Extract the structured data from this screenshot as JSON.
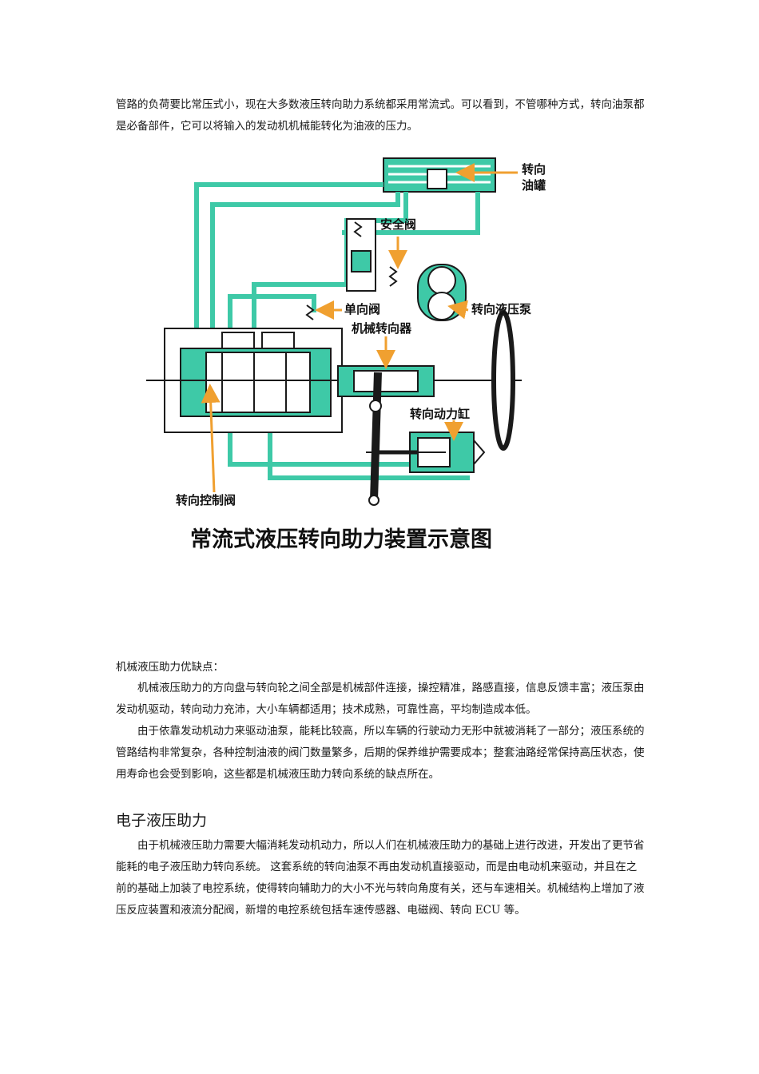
{
  "intro": "管路的负荷要比常压式小，现在大多数液压转向助力系统都采用常流式。可以看到，不管哪种方式，转向油泵都是必备部件，它可以将输入的发动机机械能转化为油液的压力。",
  "figure": {
    "labels": {
      "reservoir": "转向\n油罐",
      "safety_valve": "安全阀",
      "check_valve": "单向阀",
      "pump": "转向液压泵",
      "steering_gear": "机械转向器",
      "power_cylinder": "转向动力缸",
      "control_valve": "转向控制阀"
    },
    "caption": "常流式液压转向助力装置示意图",
    "colors": {
      "fluid": "#3ec9a7",
      "arrow": "#f0a030",
      "outline": "#1a1a1a"
    }
  },
  "pros_heading": "机械液压助力优缺点：",
  "pros": "机械液压助力的方向盘与转向轮之间全部是机械部件连接，操控精准，路感直接，信息反馈丰富；液压泵由发动机驱动，转向动力充沛，大小车辆都适用；技术成熟，可靠性高，平均制造成本低。",
  "cons": "由于依靠发动机动力来驱动油泵，能耗比较高，所以车辆的行驶动力无形中就被消耗了一部分；液压系统的管路结构非常复杂，各种控制油液的阀门数量繁多，后期的保养维护需要成本；整套油路经常保持高压状态，使用寿命也会受到影响，这些都是机械液压助力转向系统的缺点所在。",
  "section_title": "电子液压助力",
  "ehps": "由于机械液压助力需要大幅消耗发动机动力，所以人们在机械液压助力的基础上进行改进，开发出了更节省能耗的电子液压助力转向系统。 这套系统的转向油泵不再由发动机直接驱动，而是由电动机来驱动，并且在之前的基础上加装了电控系统，使得转向辅助力的大小不光与转向角度有关，还与车速相关。机械结构上增加了液压反应装置和液流分配阀，新增的电控系统包括车速传感器、电磁阀、转向 ECU 等。"
}
